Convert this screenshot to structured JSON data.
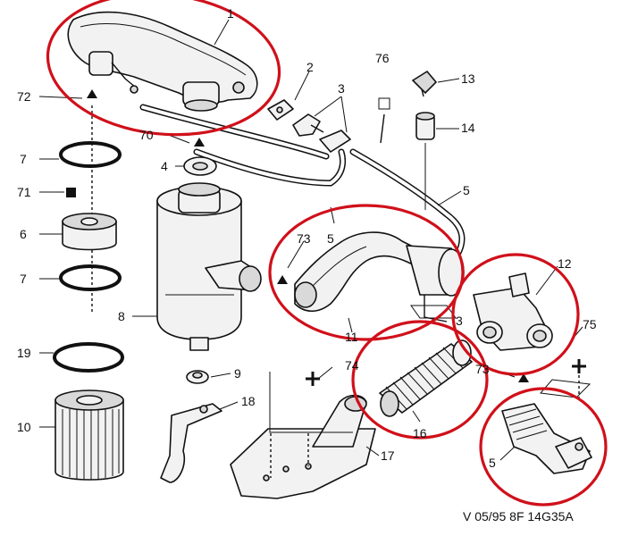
{
  "figure": {
    "reference": "V 05/95 8F 14G35A",
    "highlight_color": "#d0101a"
  },
  "labels": {
    "l1": "1",
    "l2": "2",
    "l3": "3",
    "l4": "4",
    "l5a": "5",
    "l5b": "5",
    "l5c": "5",
    "l6": "6",
    "l7a": "7",
    "l7b": "7",
    "l8": "8",
    "l9": "9",
    "l10": "10",
    "l11": "11",
    "l12": "12",
    "l13": "13",
    "l14": "14",
    "l16": "16",
    "l17": "17",
    "l18": "18",
    "l19": "19",
    "l70": "70",
    "l71": "71",
    "l72": "72",
    "l73a": "73",
    "l73b": "73",
    "l74": "74",
    "l75": "75",
    "l76": "76"
  }
}
